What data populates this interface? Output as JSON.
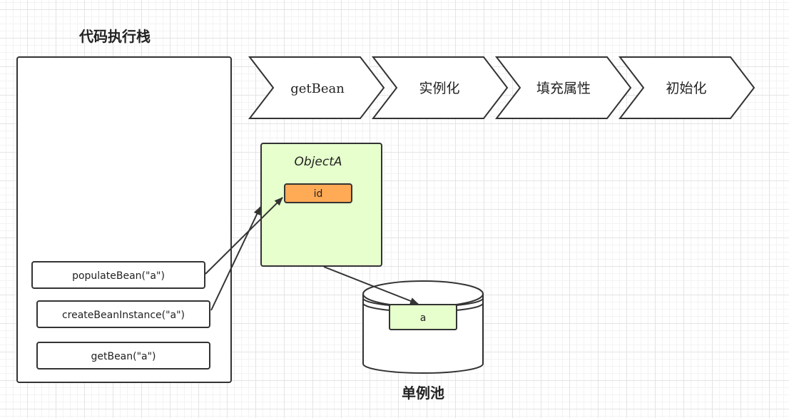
{
  "stack": {
    "title": "代码执行栈",
    "frames": [
      "populateBean(\"a\")",
      "createBeanInstance(\"a\")",
      "getBean(\"a\")"
    ]
  },
  "pipeline": {
    "steps": [
      "getBean",
      "实例化",
      "填充属性",
      "初始化"
    ]
  },
  "object": {
    "class_name": "ObjectA",
    "field": "id"
  },
  "pool": {
    "label": "单例池",
    "entry": "a"
  },
  "colors": {
    "object_fill": "#e6ffcc",
    "field_fill": "#ffaa55",
    "entry_fill": "#e6ffcc",
    "stroke": "#333333"
  }
}
